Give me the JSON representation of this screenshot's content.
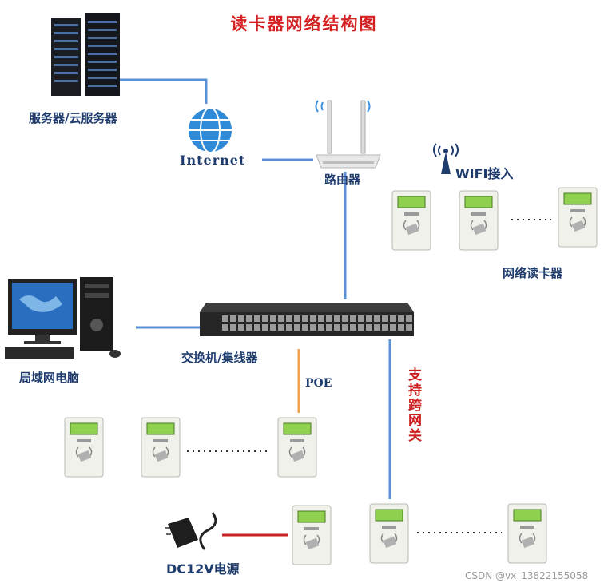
{
  "title": "读卡器网络结构图",
  "labels": {
    "server": "服务器/云服务器",
    "internet": "Internet",
    "router": "路由器",
    "wifi": "WIFI接入",
    "network_reader": "网络读卡器",
    "switch": "交换机/集线器",
    "lan_pc": "局域网电脑",
    "poe": "POE",
    "cross_gateway": "支持跨网关",
    "power": "DC12V电源"
  },
  "watermark": "CSDN @vx_13822155058",
  "colors": {
    "title": "#d42020",
    "label": "#1f3c6e",
    "line_blue": "#5b8fd6",
    "line_orange": "#f0a050",
    "line_red": "#cc1f1f"
  },
  "icons": [
    "server-rack-icon",
    "globe-icon",
    "router-icon",
    "wifi-signal-icon",
    "card-reader-icon",
    "desktop-pc-icon",
    "network-switch-icon",
    "power-adapter-icon"
  ]
}
